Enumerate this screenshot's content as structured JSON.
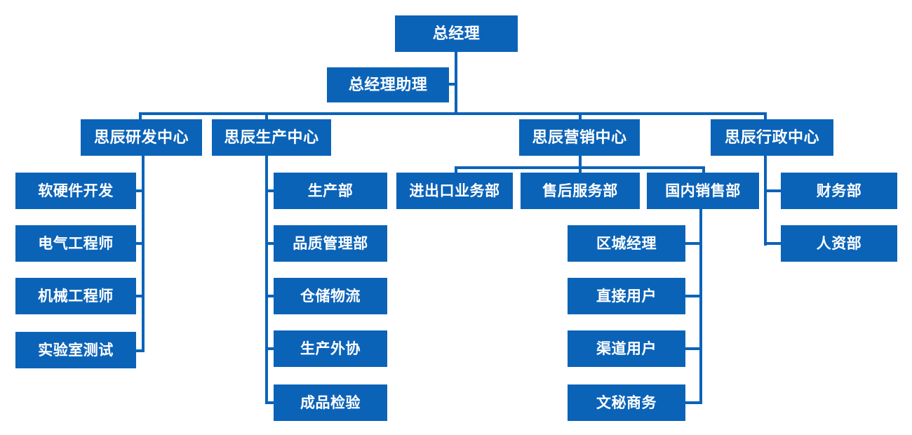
{
  "chart_data": {
    "type": "diagram",
    "diagram_type": "organization-chart",
    "title": "",
    "accent_color": "#0B63B8",
    "text_color": "#FFFFFF",
    "background_color": "#FFFFFF",
    "levels": [
      {
        "level": 1,
        "nodes": [
          {
            "id": "gm",
            "label": "总经理"
          }
        ]
      },
      {
        "level": 2,
        "nodes": [
          {
            "id": "gm-assistant",
            "label": "总经理助理",
            "parent": "gm"
          }
        ]
      },
      {
        "level": 3,
        "nodes": [
          {
            "id": "rnd-center",
            "label": "思辰研发中心",
            "parent": "gm"
          },
          {
            "id": "prod-center",
            "label": "思辰生产中心",
            "parent": "gm"
          },
          {
            "id": "marketing-center",
            "label": "思辰营销中心",
            "parent": "gm"
          },
          {
            "id": "admin-center",
            "label": "思辰行政中心",
            "parent": "gm"
          }
        ]
      },
      {
        "level": 4,
        "nodes": [
          {
            "id": "sw-hw-dev",
            "label": "软硬件开发",
            "parent": "rnd-center"
          },
          {
            "id": "electrical-eng",
            "label": "电气工程师",
            "parent": "rnd-center"
          },
          {
            "id": "mechanical-eng",
            "label": "机械工程师",
            "parent": "rnd-center"
          },
          {
            "id": "lab-test",
            "label": "实验室测试",
            "parent": "rnd-center"
          },
          {
            "id": "production-dept",
            "label": "生产部",
            "parent": "prod-center"
          },
          {
            "id": "quality-dept",
            "label": "品质管理部",
            "parent": "prod-center"
          },
          {
            "id": "warehouse-logistics",
            "label": "仓储物流",
            "parent": "prod-center"
          },
          {
            "id": "production-outsourcing",
            "label": "生产外协",
            "parent": "prod-center"
          },
          {
            "id": "finished-inspection",
            "label": "成品检验",
            "parent": "prod-center"
          },
          {
            "id": "import-export",
            "label": "进出口业务部",
            "parent": "marketing-center"
          },
          {
            "id": "after-sales",
            "label": "售后服务部",
            "parent": "marketing-center"
          },
          {
            "id": "domestic-sales",
            "label": "国内销售部",
            "parent": "marketing-center"
          },
          {
            "id": "finance-dept",
            "label": "财务部",
            "parent": "admin-center"
          },
          {
            "id": "hr-dept",
            "label": "人资部",
            "parent": "admin-center"
          }
        ]
      },
      {
        "level": 5,
        "nodes": [
          {
            "id": "regional-manager",
            "label": "区城经理",
            "parent": "domestic-sales"
          },
          {
            "id": "direct-customer",
            "label": "直接用户",
            "parent": "domestic-sales"
          },
          {
            "id": "channel-customer",
            "label": "渠道用户",
            "parent": "domestic-sales"
          },
          {
            "id": "secretary-business",
            "label": "文秘商务",
            "parent": "domestic-sales"
          }
        ]
      }
    ]
  },
  "nodes": {
    "gm": "总经理",
    "gm_assistant": "总经理助理",
    "rnd_center": "思辰研发中心",
    "prod_center": "思辰生产中心",
    "marketing_center": "思辰营销中心",
    "admin_center": "思辰行政中心",
    "sw_hw_dev": "软硬件开发",
    "electrical_eng": "电气工程师",
    "mechanical_eng": "机械工程师",
    "lab_test": "实验室测试",
    "production_dept": "生产部",
    "quality_dept": "品质管理部",
    "warehouse_logistics": "仓储物流",
    "production_outsourcing": "生产外协",
    "finished_inspection": "成品检验",
    "import_export": "进出口业务部",
    "after_sales": "售后服务部",
    "domestic_sales": "国内销售部",
    "finance_dept": "财务部",
    "hr_dept": "人资部",
    "regional_manager": "区城经理",
    "direct_customer": "直接用户",
    "channel_customer": "渠道用户",
    "secretary_business": "文秘商务"
  }
}
